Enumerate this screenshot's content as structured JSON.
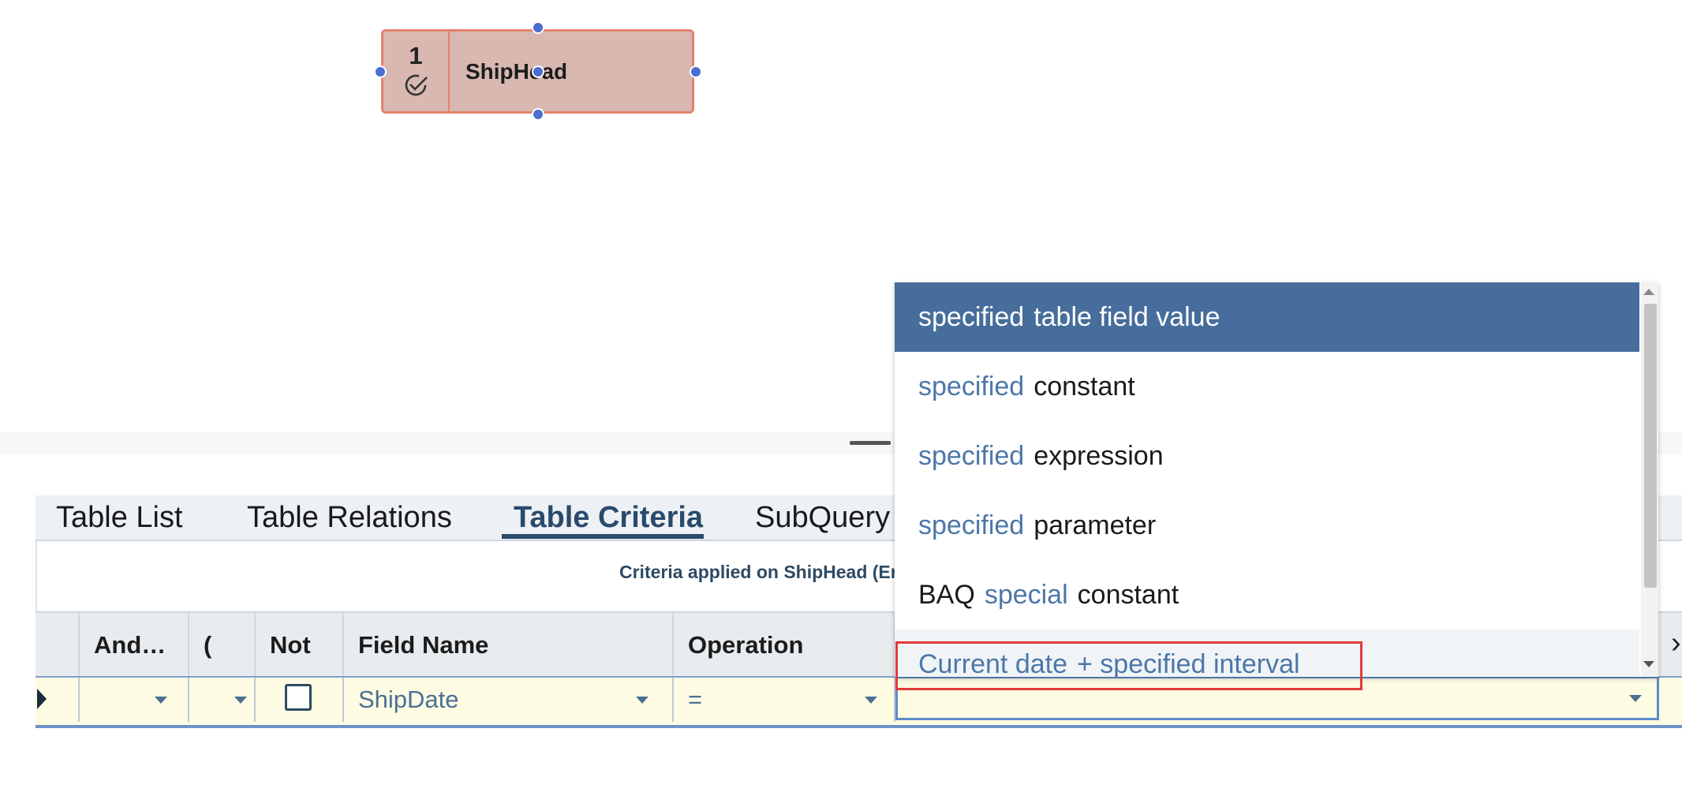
{
  "diagram": {
    "node": {
      "number": "1",
      "title": "ShipHead",
      "status_icon": "check-circle-icon"
    }
  },
  "tabs": [
    {
      "label": "Table List"
    },
    {
      "label": "Table Relations"
    },
    {
      "label": "Table Criteria",
      "active": true
    },
    {
      "label": "SubQuery"
    }
  ],
  "criteria_panel": {
    "text": "Criteria applied on ShipHead (Erp."
  },
  "grid": {
    "columns": [
      "And…",
      "(",
      "Not",
      "Field Name",
      "Operation"
    ],
    "row": {
      "and_or": "",
      "paren": "",
      "not": false,
      "field_name": "ShipDate",
      "operation": "=",
      "value": ""
    }
  },
  "dropdown": {
    "options": [
      {
        "kw": "specified",
        "text": "table field value",
        "state": "selected"
      },
      {
        "kw": "specified",
        "text": "constant"
      },
      {
        "kw": "specified",
        "text": "expression"
      },
      {
        "kw": "specified",
        "text": "parameter"
      },
      {
        "prefix": "BAQ",
        "kw": "special",
        "text": "constant"
      },
      {
        "kw": "Current date",
        "text": "+ specified interval",
        "state": "hover"
      }
    ]
  },
  "colors": {
    "accent": "#466d9b",
    "node_fill": "#d8b8b1",
    "node_border": "#e3826e",
    "row_fill": "#fdfbe2",
    "highlight": "#e23a3a"
  }
}
